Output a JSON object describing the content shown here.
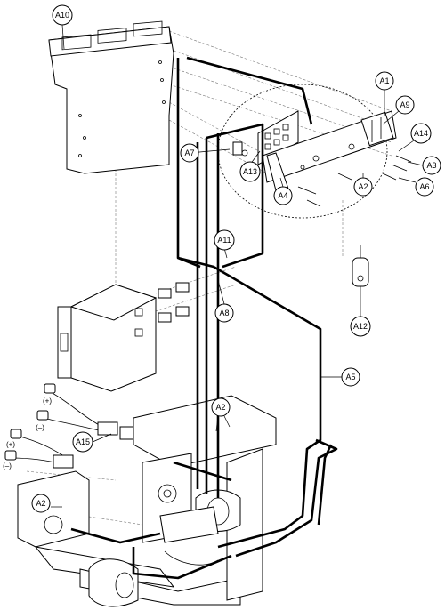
{
  "callouts": [
    {
      "label": "A10"
    },
    {
      "label": "A1"
    },
    {
      "label": "A9"
    },
    {
      "label": "A14"
    },
    {
      "label": "A3"
    },
    {
      "label": "A6"
    },
    {
      "label": "A2"
    },
    {
      "label": "A7"
    },
    {
      "label": "A13"
    },
    {
      "label": "A4"
    },
    {
      "label": "A11"
    },
    {
      "label": "A8"
    },
    {
      "label": "A12"
    },
    {
      "label": "A5"
    },
    {
      "label": "A2"
    },
    {
      "label": "A15"
    },
    {
      "label": "A2"
    }
  ],
  "polarity": {
    "upper_positive": "(+)",
    "upper_negative": "(–)",
    "lower_positive": "(+)",
    "lower_negative": "(–)"
  }
}
